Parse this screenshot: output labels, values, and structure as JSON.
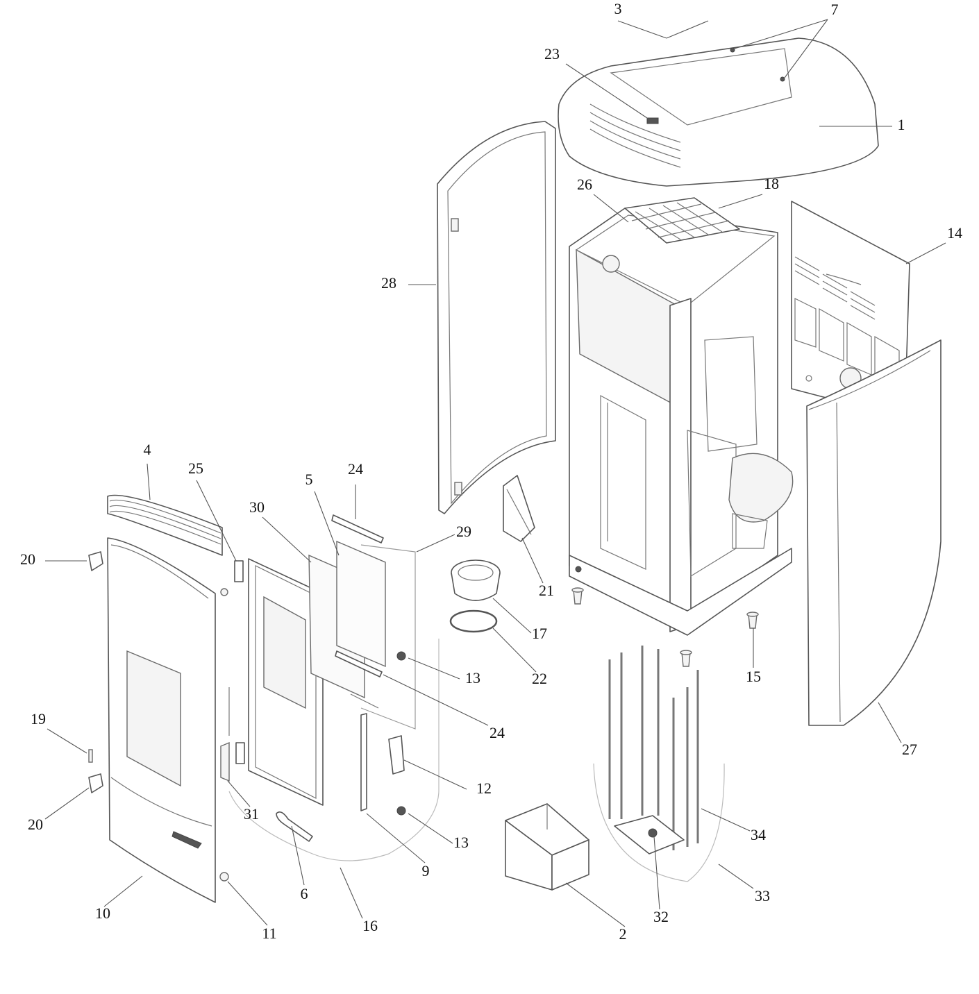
{
  "callouts": [
    {
      "id": "c1",
      "label": "1"
    },
    {
      "id": "c2",
      "label": "2"
    },
    {
      "id": "c3",
      "label": "3"
    },
    {
      "id": "c4",
      "label": "4"
    },
    {
      "id": "c5",
      "label": "5"
    },
    {
      "id": "c6",
      "label": "6"
    },
    {
      "id": "c7",
      "label": "7"
    },
    {
      "id": "c9",
      "label": "9"
    },
    {
      "id": "c10",
      "label": "10"
    },
    {
      "id": "c11",
      "label": "11"
    },
    {
      "id": "c12",
      "label": "12"
    },
    {
      "id": "c13a",
      "label": "13"
    },
    {
      "id": "c13b",
      "label": "13"
    },
    {
      "id": "c14",
      "label": "14"
    },
    {
      "id": "c15",
      "label": "15"
    },
    {
      "id": "c16",
      "label": "16"
    },
    {
      "id": "c17",
      "label": "17"
    },
    {
      "id": "c18",
      "label": "18"
    },
    {
      "id": "c19",
      "label": "19"
    },
    {
      "id": "c20a",
      "label": "20"
    },
    {
      "id": "c20b",
      "label": "20"
    },
    {
      "id": "c21",
      "label": "21"
    },
    {
      "id": "c22",
      "label": "22"
    },
    {
      "id": "c23",
      "label": "23"
    },
    {
      "id": "c24a",
      "label": "24"
    },
    {
      "id": "c24b",
      "label": "24"
    },
    {
      "id": "c25",
      "label": "25"
    },
    {
      "id": "c26",
      "label": "26"
    },
    {
      "id": "c27",
      "label": "27"
    },
    {
      "id": "c28",
      "label": "28"
    },
    {
      "id": "c29",
      "label": "29"
    },
    {
      "id": "c30",
      "label": "30"
    },
    {
      "id": "c31",
      "label": "31"
    },
    {
      "id": "c32",
      "label": "32"
    },
    {
      "id": "c33",
      "label": "33"
    },
    {
      "id": "c34",
      "label": "34"
    }
  ],
  "colors": {
    "line": "#555555",
    "text": "#111111",
    "background": "#ffffff"
  }
}
